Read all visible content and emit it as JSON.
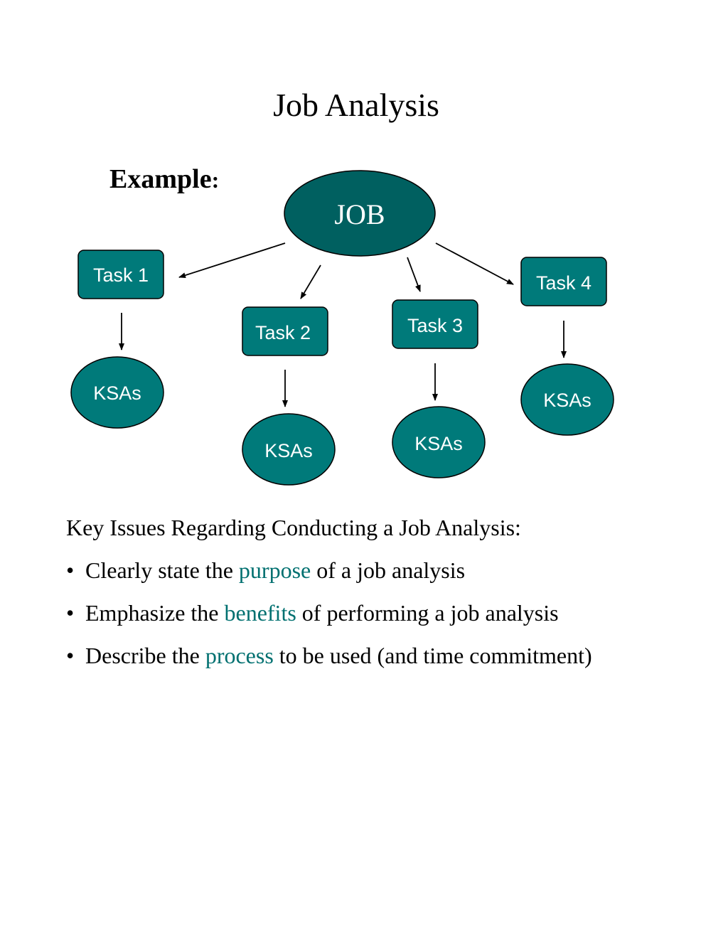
{
  "title": "Job Analysis",
  "example_label": "Example",
  "example_colon": ":",
  "diagram": {
    "job": "JOB",
    "tasks": [
      "Task 1",
      "Task 2",
      "Task 3",
      "Task 4"
    ],
    "ksas": [
      "KSAs",
      "KSAs",
      "KSAs",
      "KSAs"
    ]
  },
  "key_issues_heading": "Key Issues Regarding Conducting a Job Analysis:",
  "bullets": [
    {
      "before": "Clearly state the ",
      "highlight": "purpose",
      "after": " of a job analysis"
    },
    {
      "before": "Emphasize the ",
      "highlight": "benefits",
      "after": " of performing a job analysis"
    },
    {
      "before": "Describe the ",
      "highlight": "process",
      "after": " to be used (and time commitment)"
    }
  ],
  "colors": {
    "node_fill_light": "#007a7a",
    "node_fill_dark": "#006060",
    "accent_text": "#007070"
  }
}
